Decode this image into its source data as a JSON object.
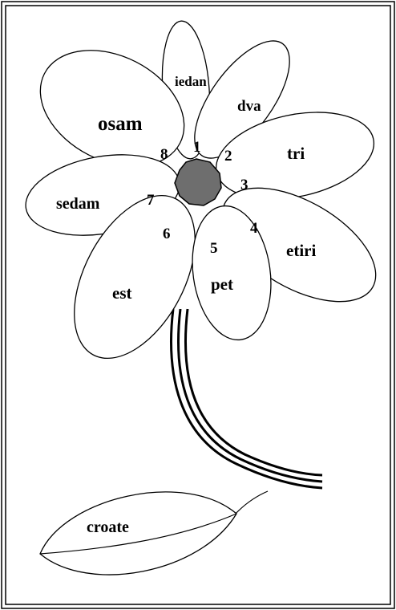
{
  "petals": [
    {
      "number": "1",
      "word": "iedan"
    },
    {
      "number": "2",
      "word": "dva"
    },
    {
      "number": "3",
      "word": "tri"
    },
    {
      "number": "4",
      "word": "etiri"
    },
    {
      "number": "5",
      "word": "pet"
    },
    {
      "number": "6",
      "word": "est"
    },
    {
      "number": "7",
      "word": "sedam"
    },
    {
      "number": "8",
      "word": "osam"
    }
  ],
  "leaf": {
    "word": "croate"
  },
  "colors": {
    "center": "#6e6e6e",
    "outline": "#000000",
    "background": "#ffffff"
  }
}
